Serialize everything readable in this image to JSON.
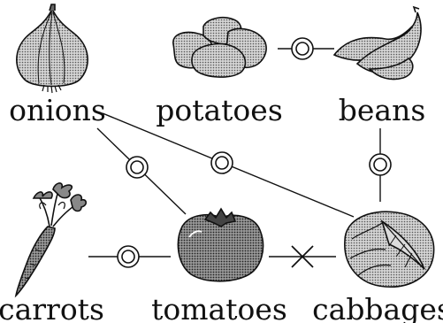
{
  "vegetables": {
    "onions": "onions",
    "potatoes": "potatoes",
    "beans": "beans",
    "carrots": "carrots",
    "tomatoes": "tomatoes",
    "cabbages": "cabbages"
  },
  "relationships": [
    {
      "from": "potatoes",
      "to": "beans",
      "mark": "double-circle"
    },
    {
      "from": "onions",
      "to": "tomatoes",
      "mark": "double-circle"
    },
    {
      "from": "onions",
      "to": "cabbages",
      "mark": "double-circle"
    },
    {
      "from": "beans",
      "to": "cabbages",
      "mark": "double-circle"
    },
    {
      "from": "carrots",
      "to": "tomatoes",
      "mark": "double-circle"
    },
    {
      "from": "tomatoes",
      "to": "cabbages",
      "mark": "cross"
    }
  ],
  "colors": {
    "ink": "#111111",
    "fill": "#b8b8b8",
    "background": "#ffffff"
  }
}
